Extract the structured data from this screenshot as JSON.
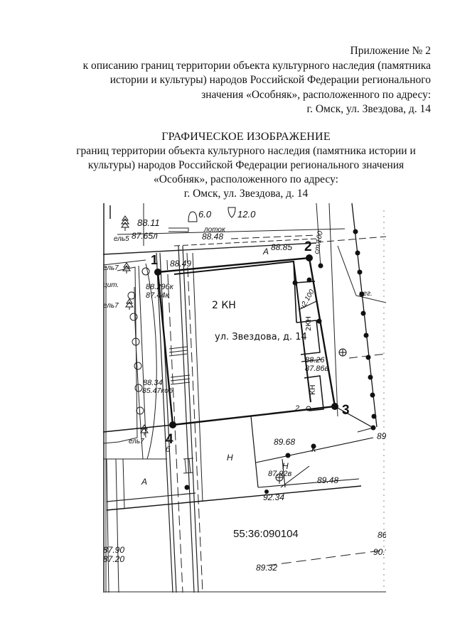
{
  "appendix": {
    "lines": [
      "Приложение № 2",
      "к описанию границ территории объекта культурного наследия (памятника",
      "истории и культуры) народов Российской Федерации регионального",
      "значения «Особняк», расположенного по адресу:",
      "г. Омск, ул. Звездова, д. 14"
    ]
  },
  "title": {
    "main": "ГРАФИЧЕСКОЕ ИЗОБРАЖЕНИЕ",
    "lines": [
      "границ территории объекта культурного наследия (памятника истории и",
      "культуры) народов Российской Федерации регионального значения",
      "«Особняк», расположенного по адресу:",
      "г. Омск, ул. Звездова, д. 14"
    ]
  },
  "map": {
    "building_label": "2 КН",
    "address_label": "ул. Звездова, д. 14",
    "cadastral_block": "55:36:090104",
    "boundary_points": [
      "1",
      "2",
      "3",
      "4"
    ],
    "small_building_labels": [
      "2КН",
      "КН",
      "Н",
      "Н"
    ],
    "area_labels": [
      "А",
      "А",
      "А"
    ],
    "elevations": {
      "e1": "88.11",
      "e2": "87.65л",
      "e3": "88.48",
      "e4": "88.49",
      "e5": "88.85",
      "e6": "88.296к",
      "e7": "87.44к",
      "e8": "88.34",
      "e9": "85.47коб",
      "e10": "88.26",
      "e11": "87.86в",
      "e12": "89.68",
      "e13": "87.92в",
      "e14": "89.48",
      "e15": "92.34",
      "e16": "87.90",
      "e17": "87.20",
      "e18": "89.32",
      "e19": "86",
      "e20": "90.",
      "e21": "89"
    },
    "dims": {
      "d1": "6.0",
      "d2": "12.0"
    },
    "misc_labels": {
      "lotok": "лоток",
      "el5": "ель5",
      "el7a": "ель7",
      "el7b": "ель7",
      "el7c": "ель7",
      "cit": "цит.",
      "neg": "нег.",
      "st": "ст.100",
      "ch2": "ч2",
      "ch2b": "ч2.100",
      "k": "К",
      "two": "2",
      "b": "б"
    }
  }
}
